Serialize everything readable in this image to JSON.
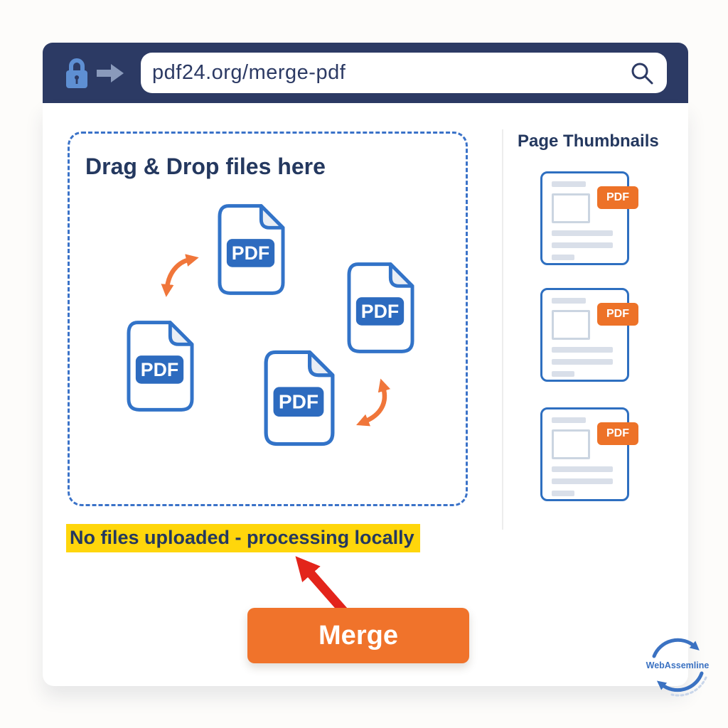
{
  "browser": {
    "url": "pdf24.org/merge-pdf",
    "icons": {
      "lock": "lock-icon",
      "go": "go-arrow-icon",
      "search": "search-icon"
    }
  },
  "dropzone": {
    "title": "Drag & Drop files here",
    "files": [
      {
        "badge": "PDF"
      },
      {
        "badge": "PDF"
      },
      {
        "badge": "PDF"
      },
      {
        "badge": "PDF"
      }
    ]
  },
  "sidebar": {
    "title": "Page Thumbnails",
    "thumbnails": [
      {
        "badge": "PDF"
      },
      {
        "badge": "PDF"
      },
      {
        "badge": "PDF"
      }
    ]
  },
  "status": {
    "text": "No files uploaded - processing locally"
  },
  "actions": {
    "merge_label": "Merge"
  },
  "logo": {
    "text": "WebAssemline"
  },
  "colors": {
    "topbar_navy": "#2C3A64",
    "file_blue": "#3273C8",
    "badge_blue": "#2D6BBF",
    "lock_light_blue": "#5E8FD3",
    "button_orange": "#F0732B",
    "badge_orange": "#ED7228",
    "swap_arrow_orange": "#F0763A",
    "highlight_yellow": "#FFD60B",
    "annotation_red": "#E3241B",
    "logo_blue": "#3B72C2"
  }
}
